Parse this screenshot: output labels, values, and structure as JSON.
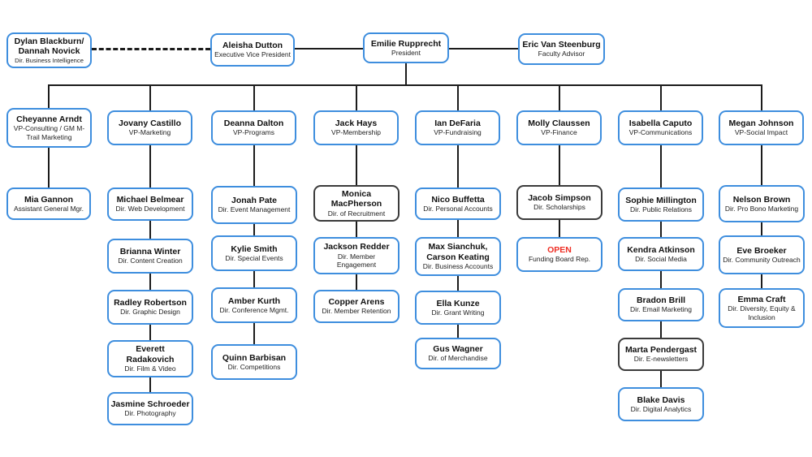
{
  "colors": {
    "box_border": "#3E8EDE",
    "box_border_dark": "#3B3B3B",
    "connector": "#1C1C1C",
    "open_label": "#EE2E24"
  },
  "nodes": {
    "dylan": {
      "name": "Dylan Blackburn/ Dannah Novick",
      "title": "Dir. Business Intelligence"
    },
    "aleisha": {
      "name": "Aleisha Dutton",
      "title": "Executive Vice President"
    },
    "emilie": {
      "name": "Emilie Rupprecht",
      "title": "President"
    },
    "eric": {
      "name": "Eric Van Steenburg",
      "title": "Faculty Advisor"
    },
    "cheyanne": {
      "name": "Cheyanne Arndt",
      "title": "VP-Consulting / GM M-Trail Marketing"
    },
    "jovany": {
      "name": "Jovany Castillo",
      "title": "VP-Marketing"
    },
    "deanna": {
      "name": "Deanna Dalton",
      "title": "VP-Programs"
    },
    "jack": {
      "name": "Jack Hays",
      "title": "VP-Membership"
    },
    "ian": {
      "name": "Ian DeFaria",
      "title": "VP-Fundraising"
    },
    "molly": {
      "name": "Molly Claussen",
      "title": "VP-Finance"
    },
    "isabella": {
      "name": "Isabella Caputo",
      "title": "VP-Communications"
    },
    "megan": {
      "name": "Megan Johnson",
      "title": "VP-Social Impact"
    },
    "mia": {
      "name": "Mia Gannon",
      "title": "Assistant General Mgr."
    },
    "michael": {
      "name": "Michael Belmear",
      "title": "Dir. Web Development"
    },
    "brianna": {
      "name": "Brianna Winter",
      "title": "Dir. Content Creation"
    },
    "radley": {
      "name": "Radley Robertson",
      "title": "Dir. Graphic Design"
    },
    "everett": {
      "name": "Everett Radakovich",
      "title": "Dir. Film & Video"
    },
    "jasmine": {
      "name": "Jasmine Schroeder",
      "title": "Dir. Photography"
    },
    "jonah": {
      "name": "Jonah Pate",
      "title": "Dir. Event Management"
    },
    "kylie": {
      "name": "Kylie Smith",
      "title": "Dir. Special Events"
    },
    "amber": {
      "name": "Amber Kurth",
      "title": "Dir. Conference Mgmt."
    },
    "quinn": {
      "name": "Quinn Barbisan",
      "title": "Dir. Competitions"
    },
    "monica": {
      "name": "Monica MacPherson",
      "title": "Dir. of Recruitment"
    },
    "jackson": {
      "name": "Jackson Redder",
      "title": "Dir. Member Engagement"
    },
    "copper": {
      "name": "Copper Arens",
      "title": "Dir. Member Retention"
    },
    "nico": {
      "name": "Nico Buffetta",
      "title": "Dir. Personal Accounts"
    },
    "max": {
      "name": "Max Sianchuk, Carson Keating",
      "title": "Dir. Business Accounts"
    },
    "ella": {
      "name": "Ella Kunze",
      "title": "Dir. Grant Writing"
    },
    "gus": {
      "name": "Gus Wagner",
      "title": "Dir. of Merchandise"
    },
    "jacob": {
      "name": "Jacob Simpson",
      "title": "Dir. Scholarships"
    },
    "open": {
      "name": "OPEN",
      "title": "Funding Board Rep."
    },
    "sophie": {
      "name": "Sophie Millington",
      "title": "Dir. Public Relations"
    },
    "kendra": {
      "name": "Kendra Atkinson",
      "title": "Dir. Social Media"
    },
    "bradon": {
      "name": "Bradon Brill",
      "title": "Dir. Email Marketing"
    },
    "marta": {
      "name": "Marta Pendergast",
      "title": "Dir. E-newsletters"
    },
    "blake": {
      "name": "Blake Davis",
      "title": "Dir. Digital Analytics"
    },
    "nelson": {
      "name": "Nelson Brown",
      "title": "Dir. Pro Bono Marketing"
    },
    "eve": {
      "name": "Eve Broeker",
      "title": "Dir. Community Outreach"
    },
    "emma": {
      "name": "Emma Craft",
      "title": "Dir. Diversity, Equity & Inclusion"
    }
  }
}
